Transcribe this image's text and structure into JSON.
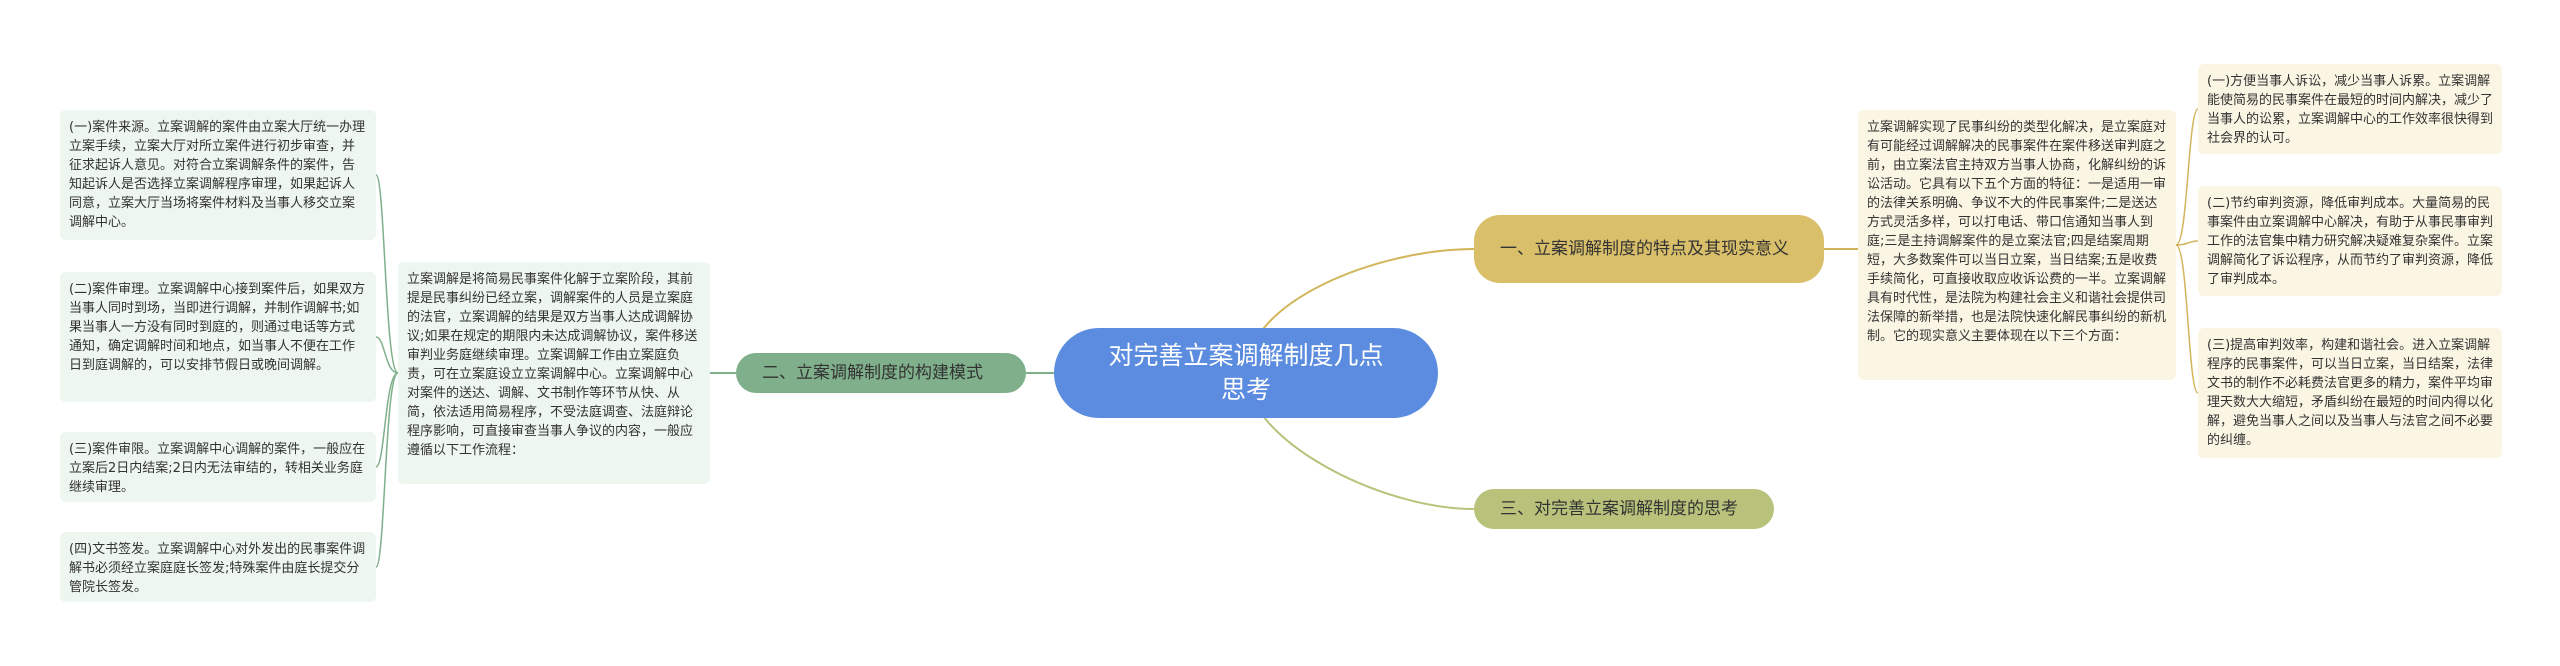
{
  "root": {
    "title": "对完善立案调解制度几点思考"
  },
  "branches": [
    {
      "label": "一、立案调解制度的特点及其现实意义"
    },
    {
      "label": "二、立案调解制度的构建模式"
    },
    {
      "label": "三、对完善立案调解制度的思考"
    }
  ],
  "left_leaves": [
    {
      "text": "(一)案件来源。立案调解的案件由立案大厅统一办理立案手续，立案大厅对所立案件进行初步审查，并征求起诉人意见。对符合立案调解条件的案件，告知起诉人是否选择立案调解程序审理，如果起诉人同意，立案大厅当场将案件材料及当事人移交立案调解中心。"
    },
    {
      "text": "(二)案件审理。立案调解中心接到案件后，如果双方当事人同时到场，当即进行调解，并制作调解书;如果当事人一方没有同时到庭的，则通过电话等方式通知，确定调解时间和地点，如当事人不便在工作日到庭调解的，可以安排节假日或晚间调解。"
    },
    {
      "text": "(三)案件审限。立案调解中心调解的案件，一般应在立案后2日内结案;2日内无法审结的，转相关业务庭继续审理。"
    },
    {
      "text": "(四)文书签发。立案调解中心对外发出的民事案件调解书必须经立案庭庭长签发;特殊案件由庭长提交分管院长签发。"
    }
  ],
  "middle_node": {
    "text": "立案调解是将简易民事案件化解于立案阶段，其前提是民事纠纷已经立案，调解案件的人员是立案庭的法官，立案调解的结果是双方当事人达成调解协议;如果在规定的期限内未达成调解协议，案件移送审判业务庭继续审理。立案调解工作由立案庭负责，可在立案庭设立立案调解中心。立案调解中心对案件的送达、调解、文书制作等环节从快、从简，依法适用简易程序，不受法庭调查、法庭辩论程序影响，可直接审查当事人争议的内容，一般应遵循以下工作流程："
  },
  "right_intro": {
    "text": "立案调解实现了民事纠纷的类型化解决，是立案庭对有可能经过调解解决的民事案件在案件移送审判庭之前，由立案法官主持双方当事人协商，化解纠纷的诉讼活动。它具有以下五个方面的特征：一是适用一审的法律关系明确、争议不大的件民事案件;二是送达方式灵活多样，可以打电话、带口信通知当事人到庭;三是主持调解案件的是立案法官;四是结案周期短，大多数案件可以当日立案，当日结案;五是收费手续简化，可直接收取应收诉讼费的一半。立案调解具有时代性，是法院为构建社会主义和谐社会提供司法保障的新举措，也是法院快速化解民事纠纷的新机制。它的现实意义主要体现在以下三个方面："
  },
  "right_leaves": [
    {
      "text": "(一)方便当事人诉讼，减少当事人诉累。立案调解能使简易的民事案件在最短的时间内解决，减少了当事人的讼累，立案调解中心的工作效率很快得到社会界的认可。"
    },
    {
      "text": "(二)节约审判资源，降低审判成本。大量简易的民事案件由立案调解中心解决，有助于从事民事审判工作的法官集中精力研究解决疑难复杂案件。立案调解简化了诉讼程序，从而节约了审判资源，降低了审判成本。"
    },
    {
      "text": "(三)提高审判效率，构建和谐社会。进入立案调解程序的民事案件，可以当日立案，当日结案，法律文书的制作不必耗费法官更多的精力，案件平均审理天数大大缩短，矛盾纠纷在最短的时间内得以化解，避免当事人之间以及当事人与法官之间不必要的纠缠。"
    }
  ],
  "colors": {
    "root": "#5b8ce0",
    "branch_1": "#d9bf6a",
    "branch_2": "#7fb08b",
    "branch_3": "#b8c27a",
    "leaf_green": "#edf6ef",
    "leaf_yellow": "#fbf6e4",
    "line_gold": "#d2b55b",
    "line_green": "#7fb08b",
    "line_olive": "#b8c27a"
  }
}
